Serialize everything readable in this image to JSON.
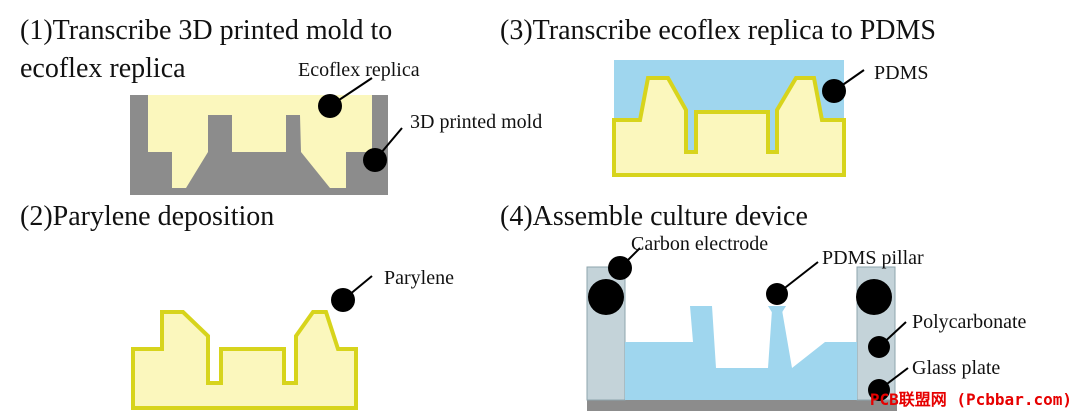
{
  "headings": {
    "step1_line1": "(1)Transcribe 3D printed mold to",
    "step1_line2": "ecoflex replica",
    "step2": "(2)Parylene deposition",
    "step3": "(3)Transcribe ecoflex replica to PDMS",
    "step4": "(4)Assemble culture device"
  },
  "labels": {
    "ecoflex_replica": "Ecoflex replica",
    "printed_mold": "3D printed mold",
    "parylene": "Parylene",
    "pdms": "PDMS",
    "carbon_electrode": "Carbon electrode",
    "pdms_pillar": "PDMS pillar",
    "polycarbonate": "Polycarbonate",
    "glass_plate": "Glass plate"
  },
  "watermark": "PCB联盟网 (Pcbbar.com)",
  "colors": {
    "mold_gray": "#8c8c8c",
    "ecoflex_yellow": "#fbf7bd",
    "parylene_outline": "#d7d41c",
    "pdms_blue": "#9fd6ee",
    "polycarbonate": "#c4d3d9",
    "glass_plate": "#8c8c8c",
    "callout_dot": "#000000",
    "watermark_red": "#e60000"
  }
}
